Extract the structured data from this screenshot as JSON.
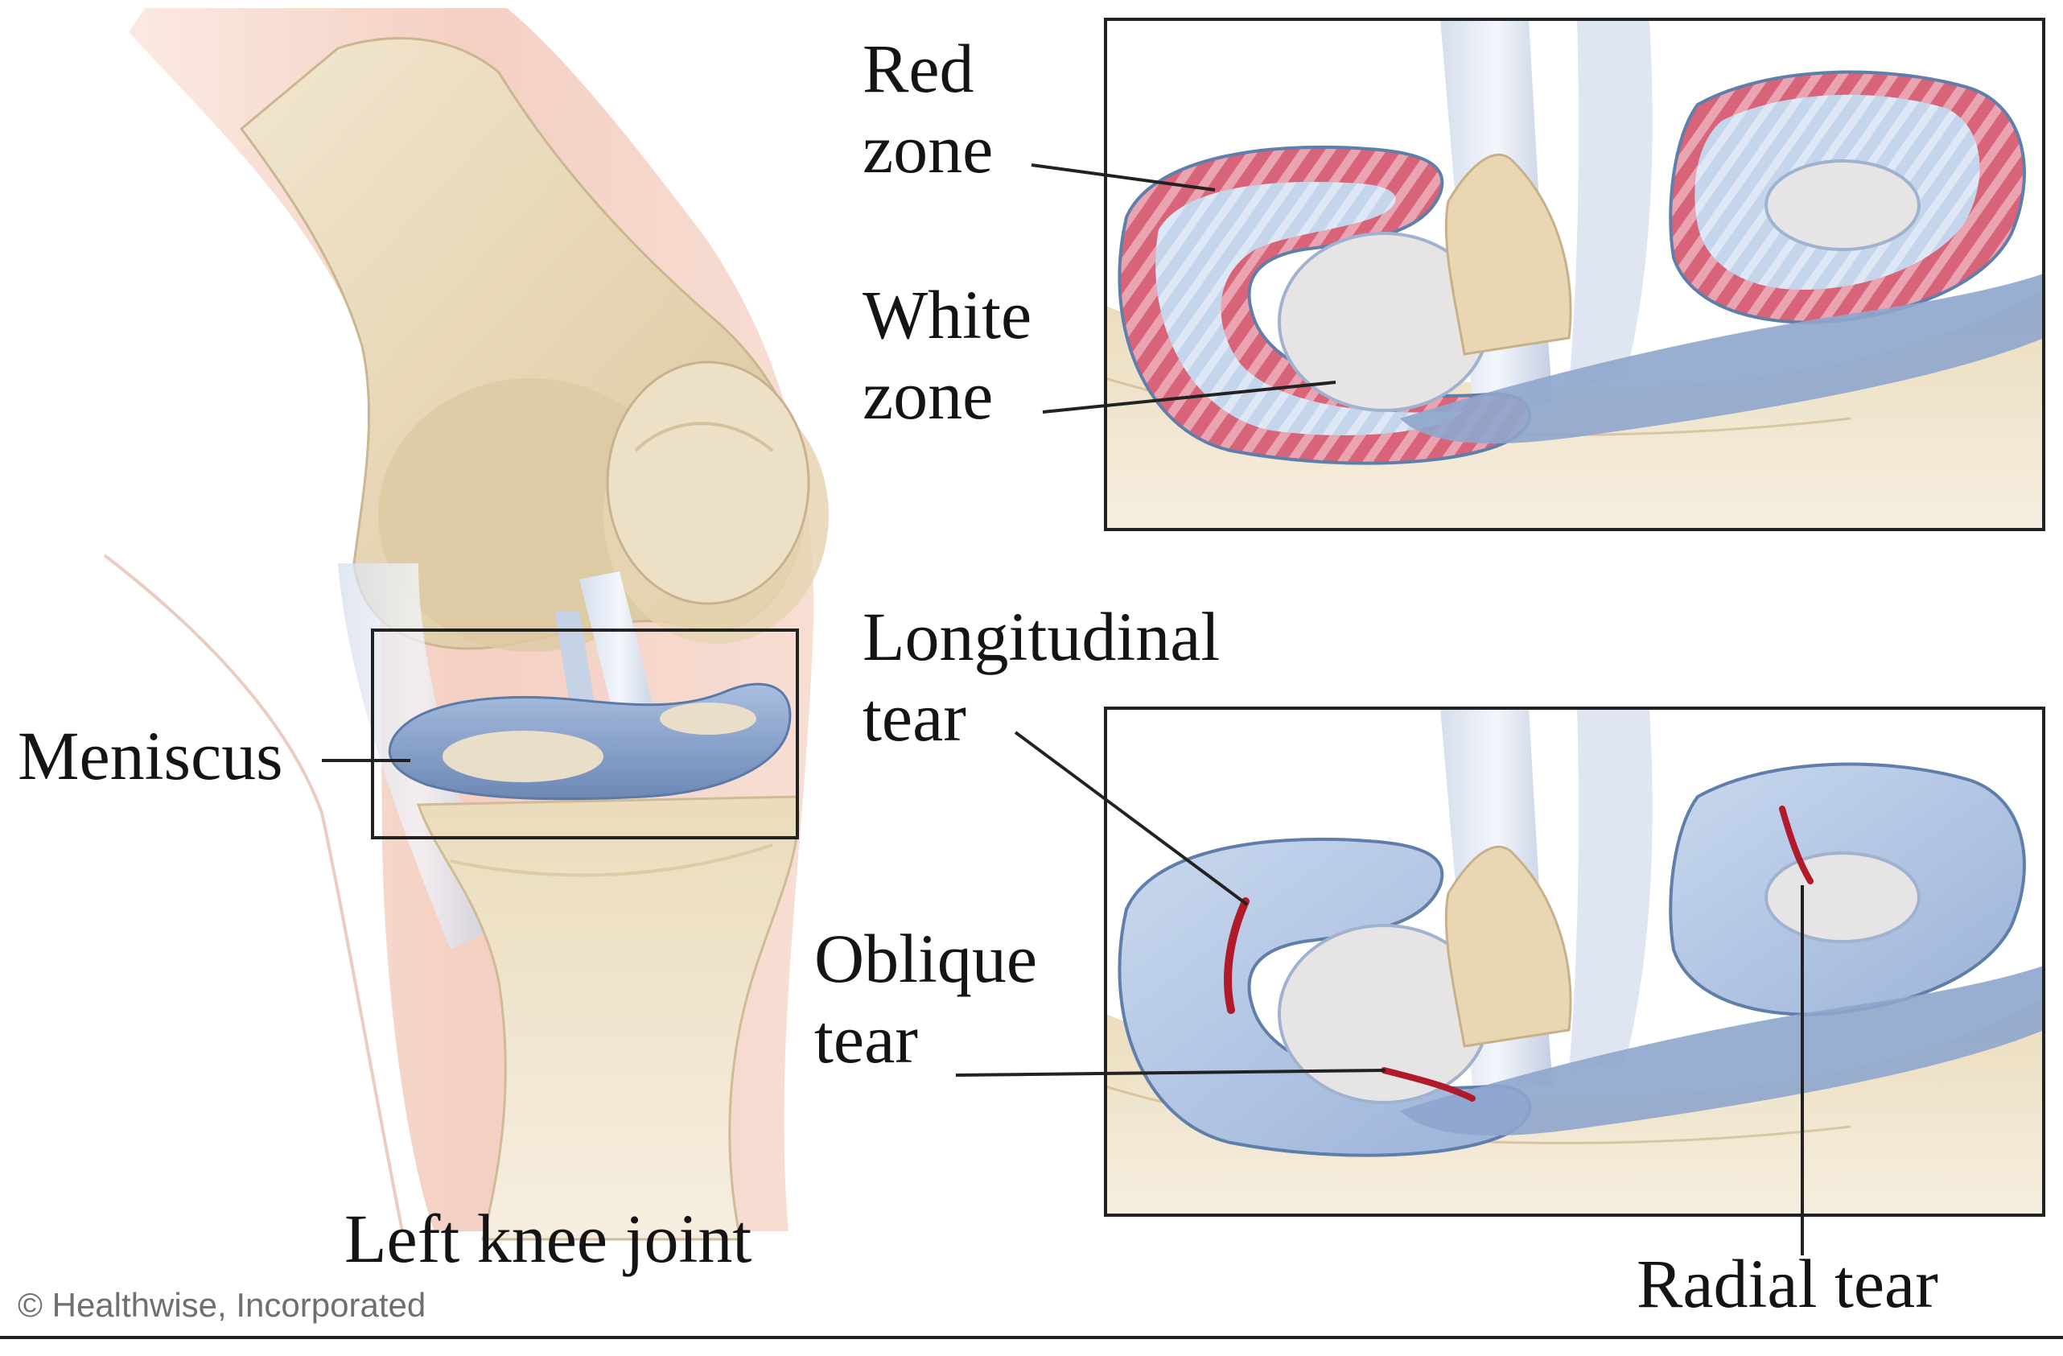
{
  "labels": {
    "red_zone": [
      "Red",
      "zone"
    ],
    "white_zone": [
      "White",
      "zone"
    ],
    "meniscus": "Meniscus",
    "left_knee_joint": "Left knee joint",
    "longitudinal_tear": [
      "Longitudinal",
      "tear"
    ],
    "oblique_tear": [
      "Oblique",
      "tear"
    ],
    "radial_tear": "Radial tear"
  },
  "credit": "© Healthwise, Incorporated",
  "colors": {
    "bone": "#e9dcc0",
    "skin": "#f4d3c6",
    "meniscus": "#8fa8cf",
    "red_zone": "#d85c74",
    "tear": "#b01a2a",
    "frame": "#222222",
    "text": "#141414"
  }
}
